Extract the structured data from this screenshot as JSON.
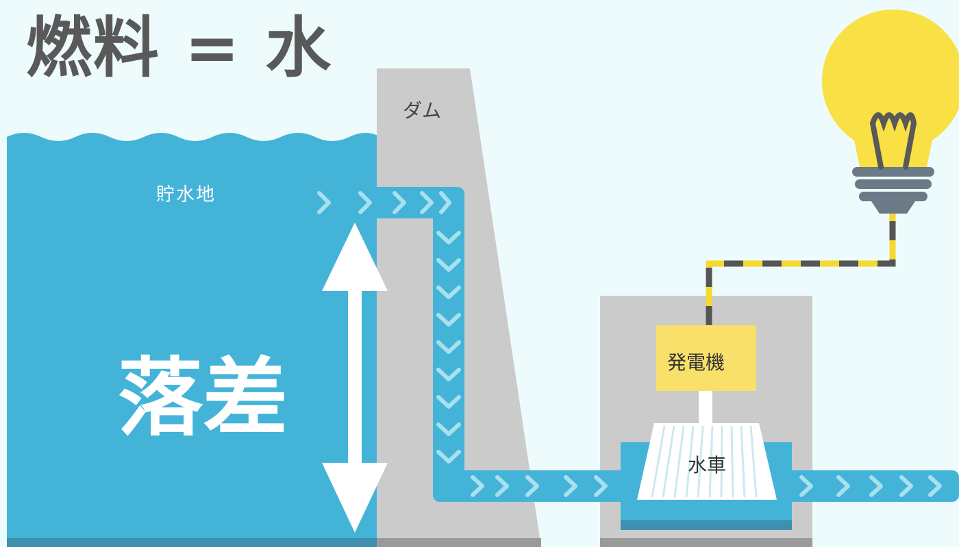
{
  "title": "燃料 = 水",
  "labels": {
    "reservoir": "貯水地",
    "dam": "ダム",
    "head": "落差",
    "generator": "発電機",
    "water_wheel": "水車"
  },
  "colors": {
    "background": "#eefbfc",
    "water": "#44b3d8",
    "dam": "#cbcbcb",
    "generator": "#f9e06a",
    "bulb": "#f9e045",
    "wire_dark": "#555555",
    "wire_light": "#f5d92e",
    "arrow": "#ffffff"
  },
  "icons": [
    "light-bulb-icon",
    "double-arrow-icon",
    "flow-chevron-icon"
  ]
}
